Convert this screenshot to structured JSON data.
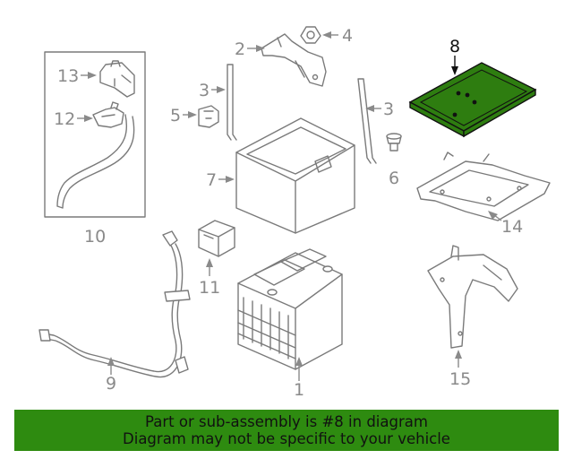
{
  "diagram": {
    "highlight_color": "#2e7d10",
    "callouts": [
      {
        "id": "1",
        "text": "1"
      },
      {
        "id": "2",
        "text": "2"
      },
      {
        "id": "3a",
        "text": "3"
      },
      {
        "id": "3b",
        "text": "3"
      },
      {
        "id": "4",
        "text": "4"
      },
      {
        "id": "5",
        "text": "5"
      },
      {
        "id": "6",
        "text": "6"
      },
      {
        "id": "7",
        "text": "7"
      },
      {
        "id": "8",
        "text": "8"
      },
      {
        "id": "9",
        "text": "9"
      },
      {
        "id": "10",
        "text": "10"
      },
      {
        "id": "11",
        "text": "11"
      },
      {
        "id": "12",
        "text": "12"
      },
      {
        "id": "13",
        "text": "13"
      },
      {
        "id": "14",
        "text": "14"
      },
      {
        "id": "15",
        "text": "15"
      }
    ]
  },
  "banner": {
    "line1": "Part or sub-assembly is #8 in diagram",
    "line2": "Diagram may not be specific to your vehicle",
    "background": "#2e8b10"
  }
}
